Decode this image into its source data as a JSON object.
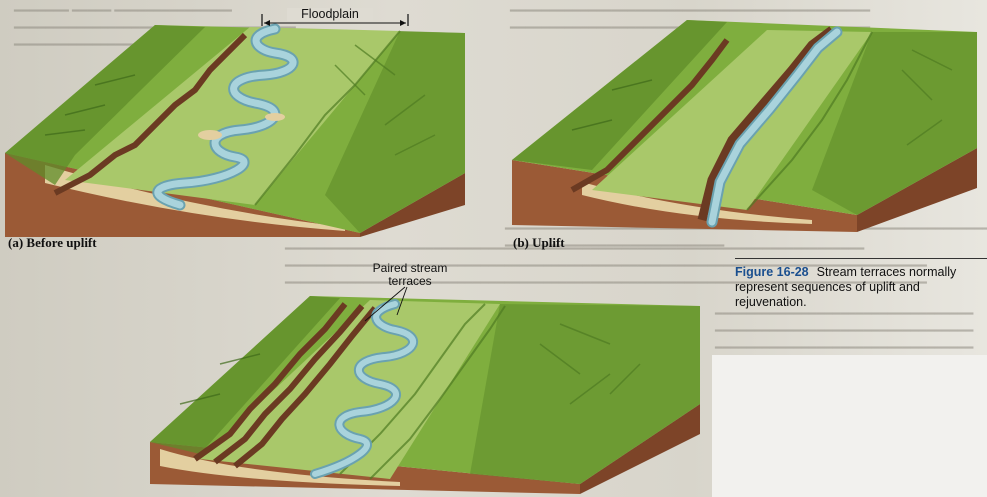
{
  "labels": {
    "floodplain": "Floodplain",
    "paired_terraces_line1": "Paired stream",
    "paired_terraces_line2": "terraces",
    "panel_a_letter": "(a)",
    "panel_a_text": "Before uplift",
    "panel_b_letter": "(b)",
    "panel_b_text": "Uplift"
  },
  "caption": {
    "figure_number": "Figure 16-28",
    "text": "Stream terraces normally represent sequences of uplift and rejuvenation."
  },
  "colors": {
    "land_green": "#7fae3e",
    "land_dark": "#5f8c2a",
    "floodplain_green": "#a9c86a",
    "river_blue": "#a9d3dc",
    "river_edge": "#6aa2b0",
    "soil_brown": "#9b5a36",
    "bank_brown": "#6b3a22",
    "sand": "#e3cfa0",
    "figure_blue": "#1a4f8f"
  }
}
